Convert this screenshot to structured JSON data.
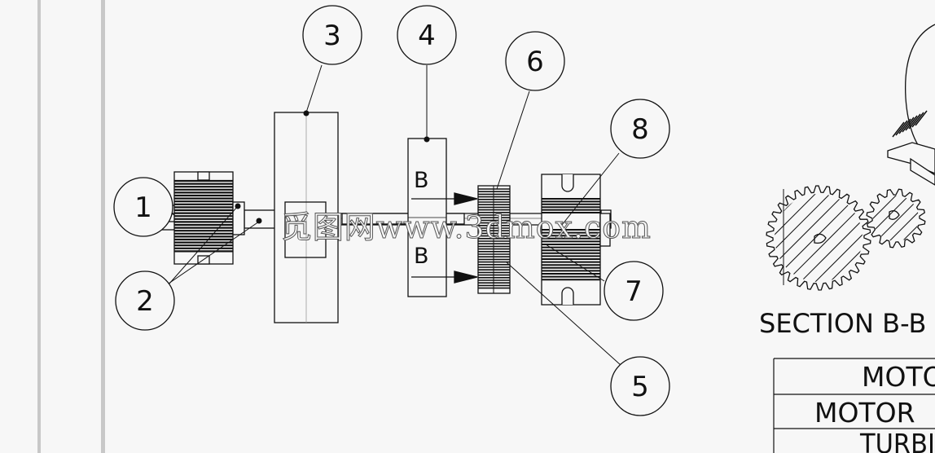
{
  "balloons": [
    {
      "id": "balloon-1",
      "label": "1"
    },
    {
      "id": "balloon-2",
      "label": "2"
    },
    {
      "id": "balloon-3",
      "label": "3"
    },
    {
      "id": "balloon-4",
      "label": "4"
    },
    {
      "id": "balloon-5",
      "label": "5"
    },
    {
      "id": "balloon-6",
      "label": "6"
    },
    {
      "id": "balloon-7",
      "label": "7"
    },
    {
      "id": "balloon-8",
      "label": "8"
    }
  ],
  "section_markers": {
    "top": "B",
    "bottom": "B"
  },
  "section_title": "SECTION B-B",
  "bom_rows": [
    "MOTO",
    "MOTOR",
    "TURBI"
  ],
  "watermark": "觅图网www.3dmox.com",
  "colors": {
    "line": "#111111",
    "background": "#f7f7f7",
    "border": "#c8c8c8"
  }
}
